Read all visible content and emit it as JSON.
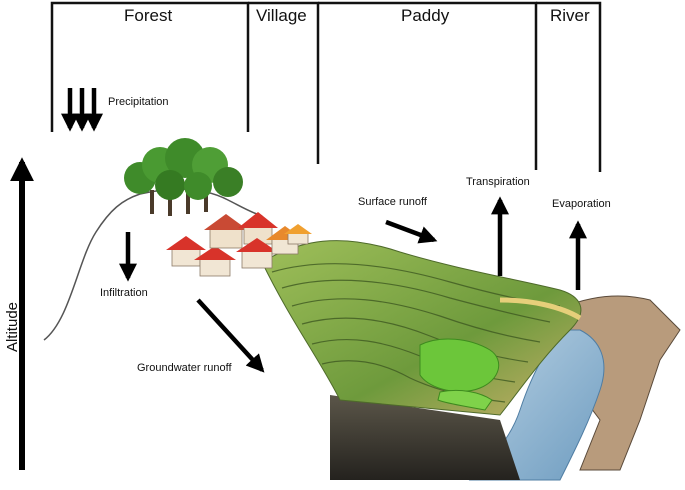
{
  "zones": {
    "forest": "Forest",
    "village": "Village",
    "paddy": "Paddy",
    "river": "River"
  },
  "processes": {
    "precipitation": "Precipitation",
    "infiltration": "Infiltration",
    "groundwater_runoff": "Groundwater runoff",
    "surface_runoff": "Surface runoff",
    "transpiration": "Transpiration",
    "evaporation": "Evaporation"
  },
  "axis": {
    "altitude": "Altitude"
  },
  "colors": {
    "terrace_green": "#7fa74a",
    "field_bright_green": "#6cc63a",
    "river_blue": "#8fb3cf",
    "cliff_dark": "#3c3a34",
    "roof_red": "#d8332a",
    "roof_orange": "#e8892c",
    "tree_green": "#3f8b2a",
    "arrow": "#000000"
  }
}
